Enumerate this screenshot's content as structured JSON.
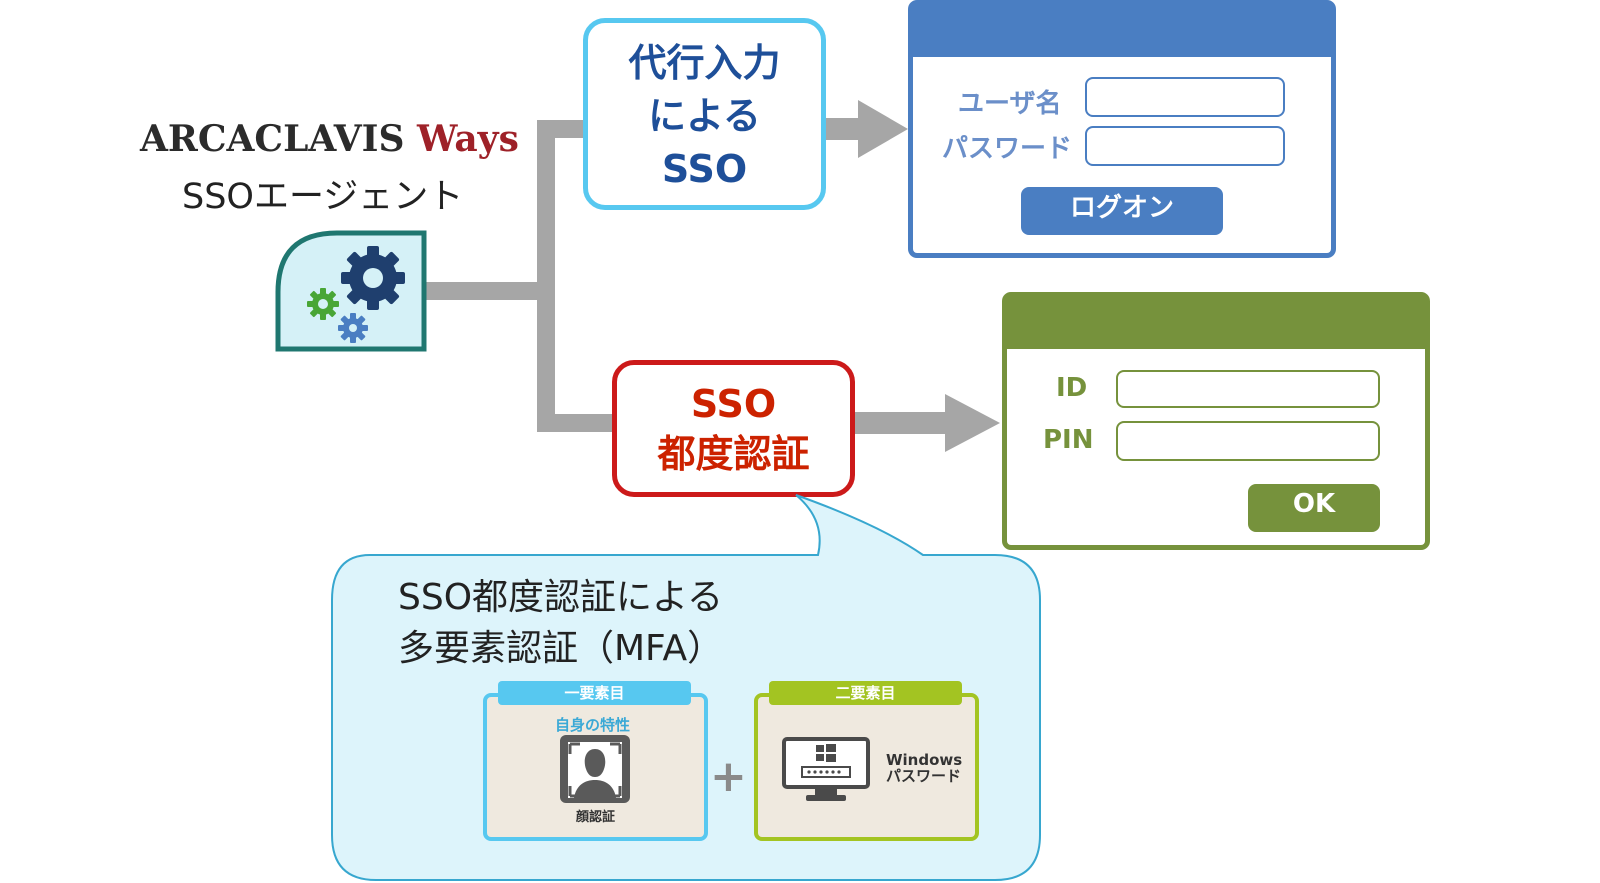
{
  "brand": {
    "name": "ARCACLAVIS",
    "suffix": "Ways"
  },
  "agent_label": "SSOエージェント",
  "proxy_sso": {
    "line1": "代行入力",
    "line2": "による",
    "line3": "SSO"
  },
  "per_auth_sso": {
    "line1": "SSO",
    "line2": "都度認証"
  },
  "logon_window": {
    "username_label": "ユーザ名",
    "password_label": "パスワード",
    "logon_button": "ログオン"
  },
  "pin_window": {
    "id_label": "ID",
    "pin_label": "PIN",
    "ok_button": "OK"
  },
  "mfa": {
    "line1": "SSO都度認証による",
    "line2": "多要素認証（MFA）",
    "factor1": {
      "tag": "一要素目",
      "title": "自身の特性",
      "caption": "顔認証"
    },
    "plus": "+",
    "factor2": {
      "tag": "二要素目",
      "caption_line1": "Windows",
      "caption_line2": "パスワード"
    }
  },
  "colors": {
    "blue": "#4a7ec2",
    "light_blue": "#57c8f0",
    "red": "#cc1a1a",
    "green": "#76923c",
    "lime": "#a3c422",
    "connector": "#a6a6a6"
  }
}
